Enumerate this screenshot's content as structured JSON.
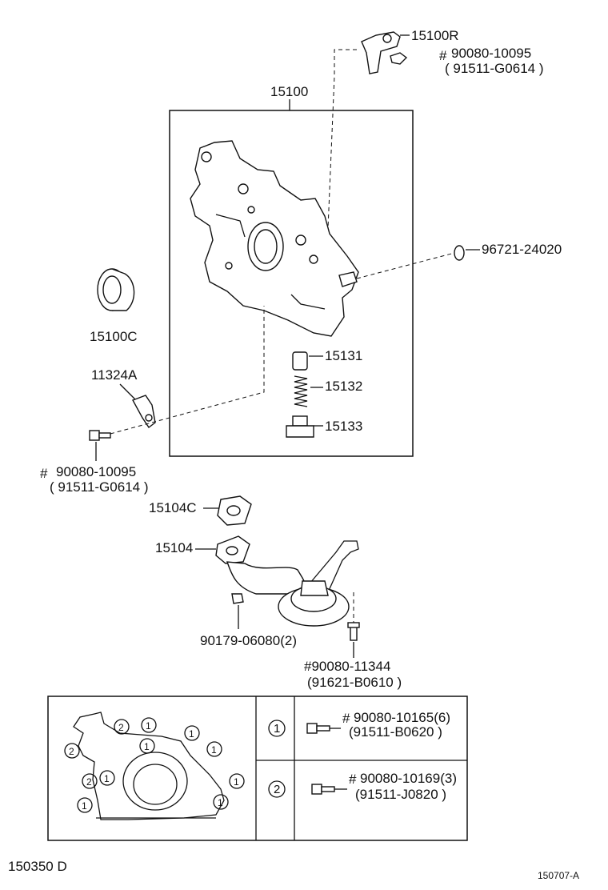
{
  "labels": {
    "sensor": "15100R",
    "sensor_bolt": "90080-10095",
    "sensor_bolt_alt": "( 91511-G0614 )",
    "pump": "15100",
    "oring": "96721-24020",
    "seal": "15100C",
    "bracket": "11324A",
    "valve": "15131",
    "spring": "15132",
    "plug": "15133",
    "bracket_bolt": "90080-10095",
    "bracket_bolt_alt": "( 91511-G0614 )",
    "gasket": "15104C",
    "strainer": "15104",
    "nut": "90179-06080(2)",
    "strainer_bolt": "#90080-11344",
    "strainer_bolt_alt": "(91621-B0610  )",
    "bolt1": "90080-10165(6)",
    "bolt1_alt": "(91511-B0620  )",
    "bolt2": "90080-10169(3)",
    "bolt2_alt": "(91511-J0820   )",
    "hash": "#",
    "one": "1",
    "two": "2",
    "footer_left": "150350 D",
    "footer_right": "150707-A"
  }
}
